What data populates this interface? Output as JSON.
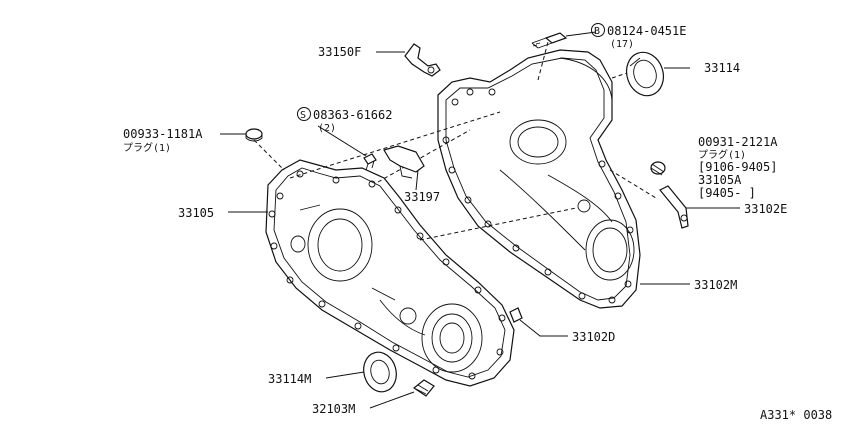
{
  "diagram": {
    "labels": {
      "p33150F": "33150F",
      "p08124": "08124-0451E",
      "p08124_qty": "(17)",
      "p08124_mark": "B",
      "p33114": "33114",
      "p08363": "08363-61662",
      "p08363_qty": "(2)",
      "p08363_mark": "S",
      "p00933": "00933-1181A",
      "p00933_sub": "プラグ(1)",
      "p00931": "00931-2121A",
      "p00931_sub": "プラグ(1)",
      "p00931_date": "[9106-9405]",
      "p33105A": "33105A",
      "p33105A_date": "[9405-    ]",
      "p33102E": "33102E",
      "p33197": "33197",
      "p33105": "33105",
      "p33102M": "33102M",
      "p33102D": "33102D",
      "p33114M": "33114M",
      "p32103M": "32103M"
    },
    "diagram_code": "A331* 0038"
  }
}
